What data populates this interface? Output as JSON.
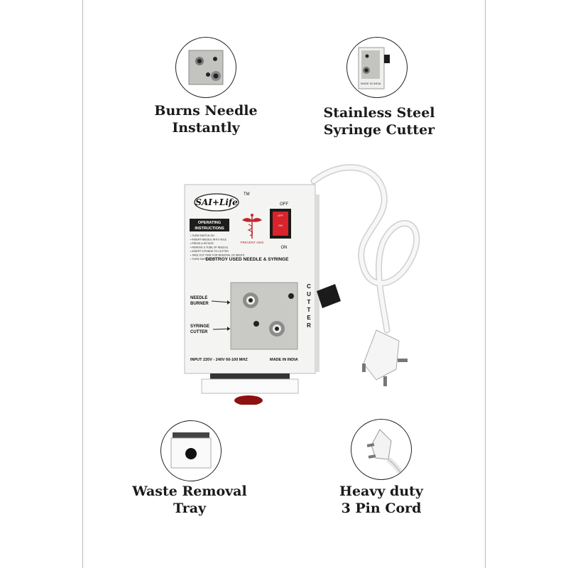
{
  "features": [
    {
      "line1": "Burns Needle",
      "line2": "Instantly",
      "icon": "needle-burner-plate-icon"
    },
    {
      "line1": "Stainless Steel",
      "line2": "Syringe Cutter",
      "icon": "syringe-cutter-icon"
    },
    {
      "line1": "Waste Removal",
      "line2": "Tray",
      "icon": "waste-tray-icon"
    },
    {
      "line1": "Heavy duty",
      "line2": "3 Pin Cord",
      "icon": "three-pin-plug-icon"
    }
  ],
  "device": {
    "brand": "SAI+Life",
    "tm": "TM",
    "instructions_title_1": "OPERATING",
    "instructions_title_2": "INSTRUCTIONS",
    "instructions": [
      "• TURN SWITCH ON",
      "• INSERT NEEDLE INTO HOLE",
      "• PRESS & ROTATE",
      "• REMOVE S TUBE OF NEEDLE",
      "• INSERT SYRINGE TO CUTTER",
      "• TAKE OUT TRAY FOR REMOVAL OF WASTE",
      "• TURN SWITCH OFF"
    ],
    "logo_text": "PREVENT AIDS",
    "switch_off": "OFF",
    "switch_on": "ON",
    "rocker_off": "OFF",
    "rocker_on": "ON",
    "headline": "DESTROY USED NEEDLE & SYRINGE",
    "needle_label_1": "NEEDLE",
    "needle_label_2": "BURNER",
    "syringe_label_1": "SYRINGE",
    "syringe_label_2": "CUTTER",
    "cutter_vertical": [
      "C",
      "U",
      "T",
      "T",
      "E",
      "R"
    ],
    "input_spec": "INPUT 220V - 240V 60-100 MHZ",
    "made_in": "MADE IN INDIA",
    "mini_made_in": "MADE IN INDIA"
  },
  "colors": {
    "panel_border": "#b8b8b8",
    "device_body": "#f4f4f2",
    "steel_plate": "#c9c9c6",
    "switch_red": "#d8242a",
    "knob_red": "#8e1010"
  }
}
